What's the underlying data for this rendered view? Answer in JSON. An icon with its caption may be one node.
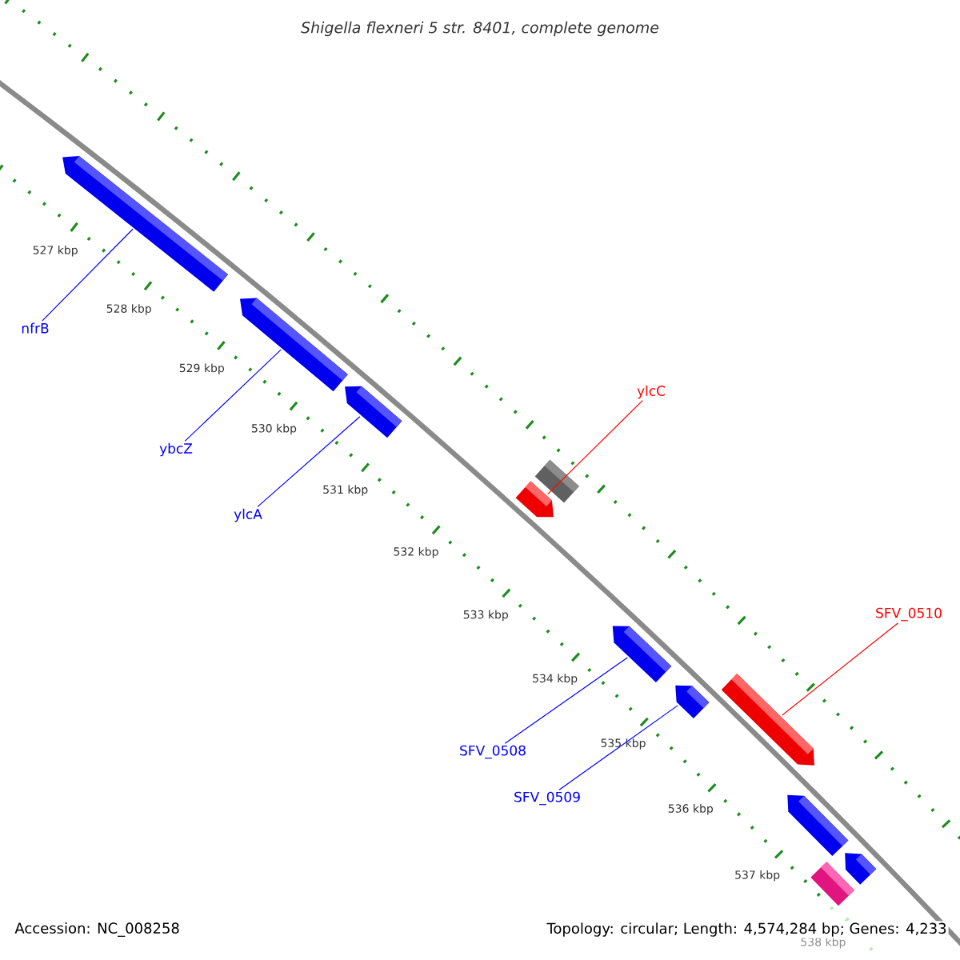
{
  "diagram": {
    "title": "Shigella flexneri 5 str. 8401, complete genome",
    "nodes": [
      {
        "text": [
          "nfrB"
        ]
      },
      {
        "text": [
          "ybcZ"
        ]
      },
      {
        "text": [
          "ylcA"
        ]
      },
      {
        "text": [
          "ylcC"
        ]
      },
      {
        "text": [
          "SFV_0510"
        ]
      },
      {
        "text": [
          "SFV_0508"
        ]
      },
      {
        "text": [
          "SFV_0509"
        ]
      },
      {
        "text": [],
        "shape": "arrow"
      },
      {
        "text": [],
        "shape": "arrow"
      },
      {
        "text": [],
        "shape": "arrow"
      },
      {
        "text": [],
        "shape": "box"
      },
      {
        "text": [],
        "shape": "arrow"
      },
      {
        "text": [],
        "shape": "arrow"
      },
      {
        "text": [],
        "shape": "arrow"
      },
      {
        "text": [],
        "shape": "arrow"
      },
      {
        "text": [],
        "shape": "arrow"
      },
      {
        "text": [],
        "shape": "arrow"
      },
      {
        "text": [],
        "shape": "box"
      }
    ],
    "edges": [
      {
        "from": 0,
        "to": 7,
        "arrow": "none"
      },
      {
        "from": 1,
        "to": 8,
        "arrow": "none"
      },
      {
        "from": 2,
        "to": 9,
        "arrow": "none"
      },
      {
        "from": 3,
        "to": 11,
        "arrow": "none",
        "color": "#ff0000"
      },
      {
        "from": 4,
        "to": 14,
        "arrow": "none",
        "color": "#ff0000"
      },
      {
        "from": 5,
        "to": 12,
        "arrow": "none"
      },
      {
        "from": 6,
        "to": 13,
        "arrow": "none"
      }
    ],
    "labels": [
      "527 kbp",
      "528 kbp",
      "529 kbp",
      "530 kbp",
      "531 kbp",
      "532 kbp",
      "533 kbp",
      "534 kbp",
      "535 kbp",
      "536 kbp",
      "537 kbp",
      "538 kbp",
      "Accession: NC_008258",
      "Topology: circular; Length: 4,574,284 bp; Genes: 4,233"
    ]
  }
}
